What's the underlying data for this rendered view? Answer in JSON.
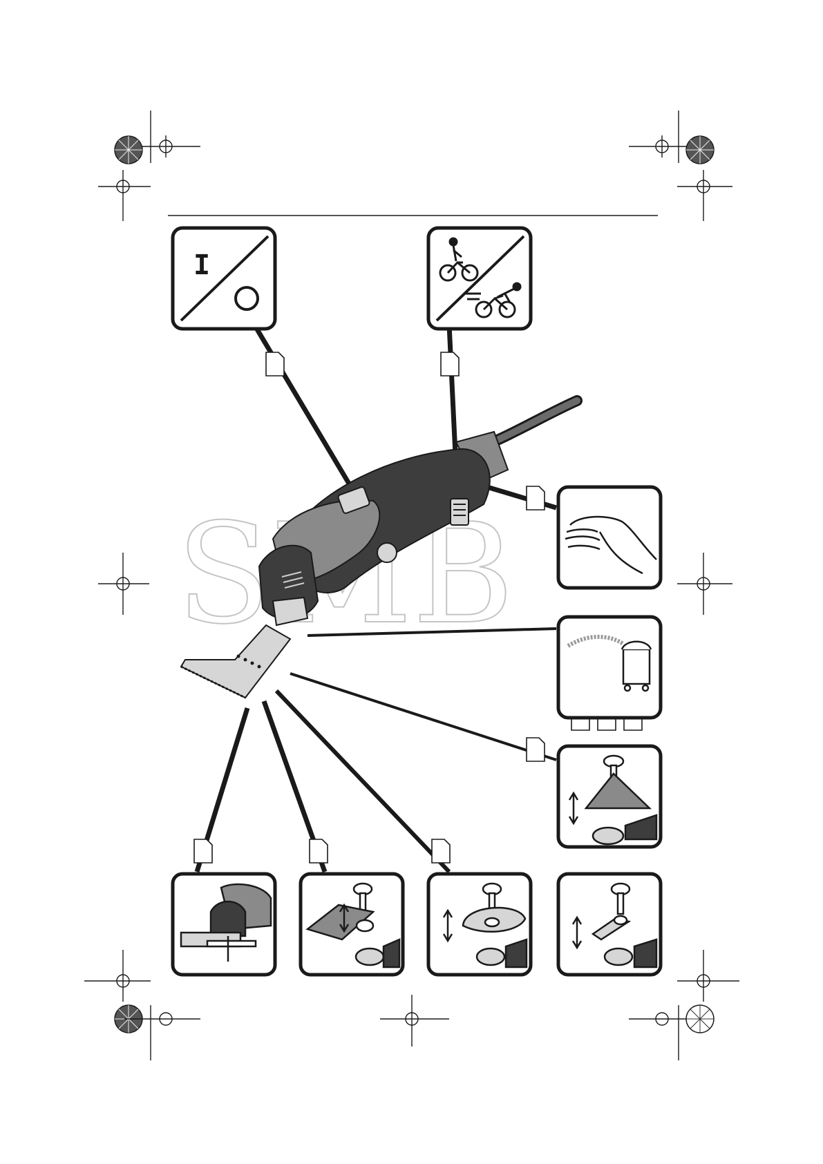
{
  "document": {
    "kind": "illustration page",
    "watermark_text": "SMB"
  },
  "panels": [
    {
      "id": "on-off",
      "icon": "on-off-switch-icon",
      "symbol_on": "I",
      "symbol_off": "O"
    },
    {
      "id": "speed",
      "icon": "speed-cyclist-icon"
    },
    {
      "id": "grip",
      "icon": "hand-grip-icon"
    },
    {
      "id": "dust-extraction",
      "icon": "vacuum-cleaner-icon"
    },
    {
      "id": "sanding-pad",
      "icon": "sanding-pad-mount-icon"
    },
    {
      "id": "depth-stop",
      "icon": "depth-stop-icon"
    },
    {
      "id": "saw-blade-straight",
      "icon": "straight-blade-mount-icon"
    },
    {
      "id": "saw-blade-round",
      "icon": "round-blade-mount-icon"
    },
    {
      "id": "scraper",
      "icon": "scraper-mount-icon"
    }
  ],
  "colors": {
    "ink": "#1a1a1a",
    "tool_body": "#3d3d3d",
    "tool_accent": "#8a8a8a",
    "watermark": "#c4c4c4"
  }
}
